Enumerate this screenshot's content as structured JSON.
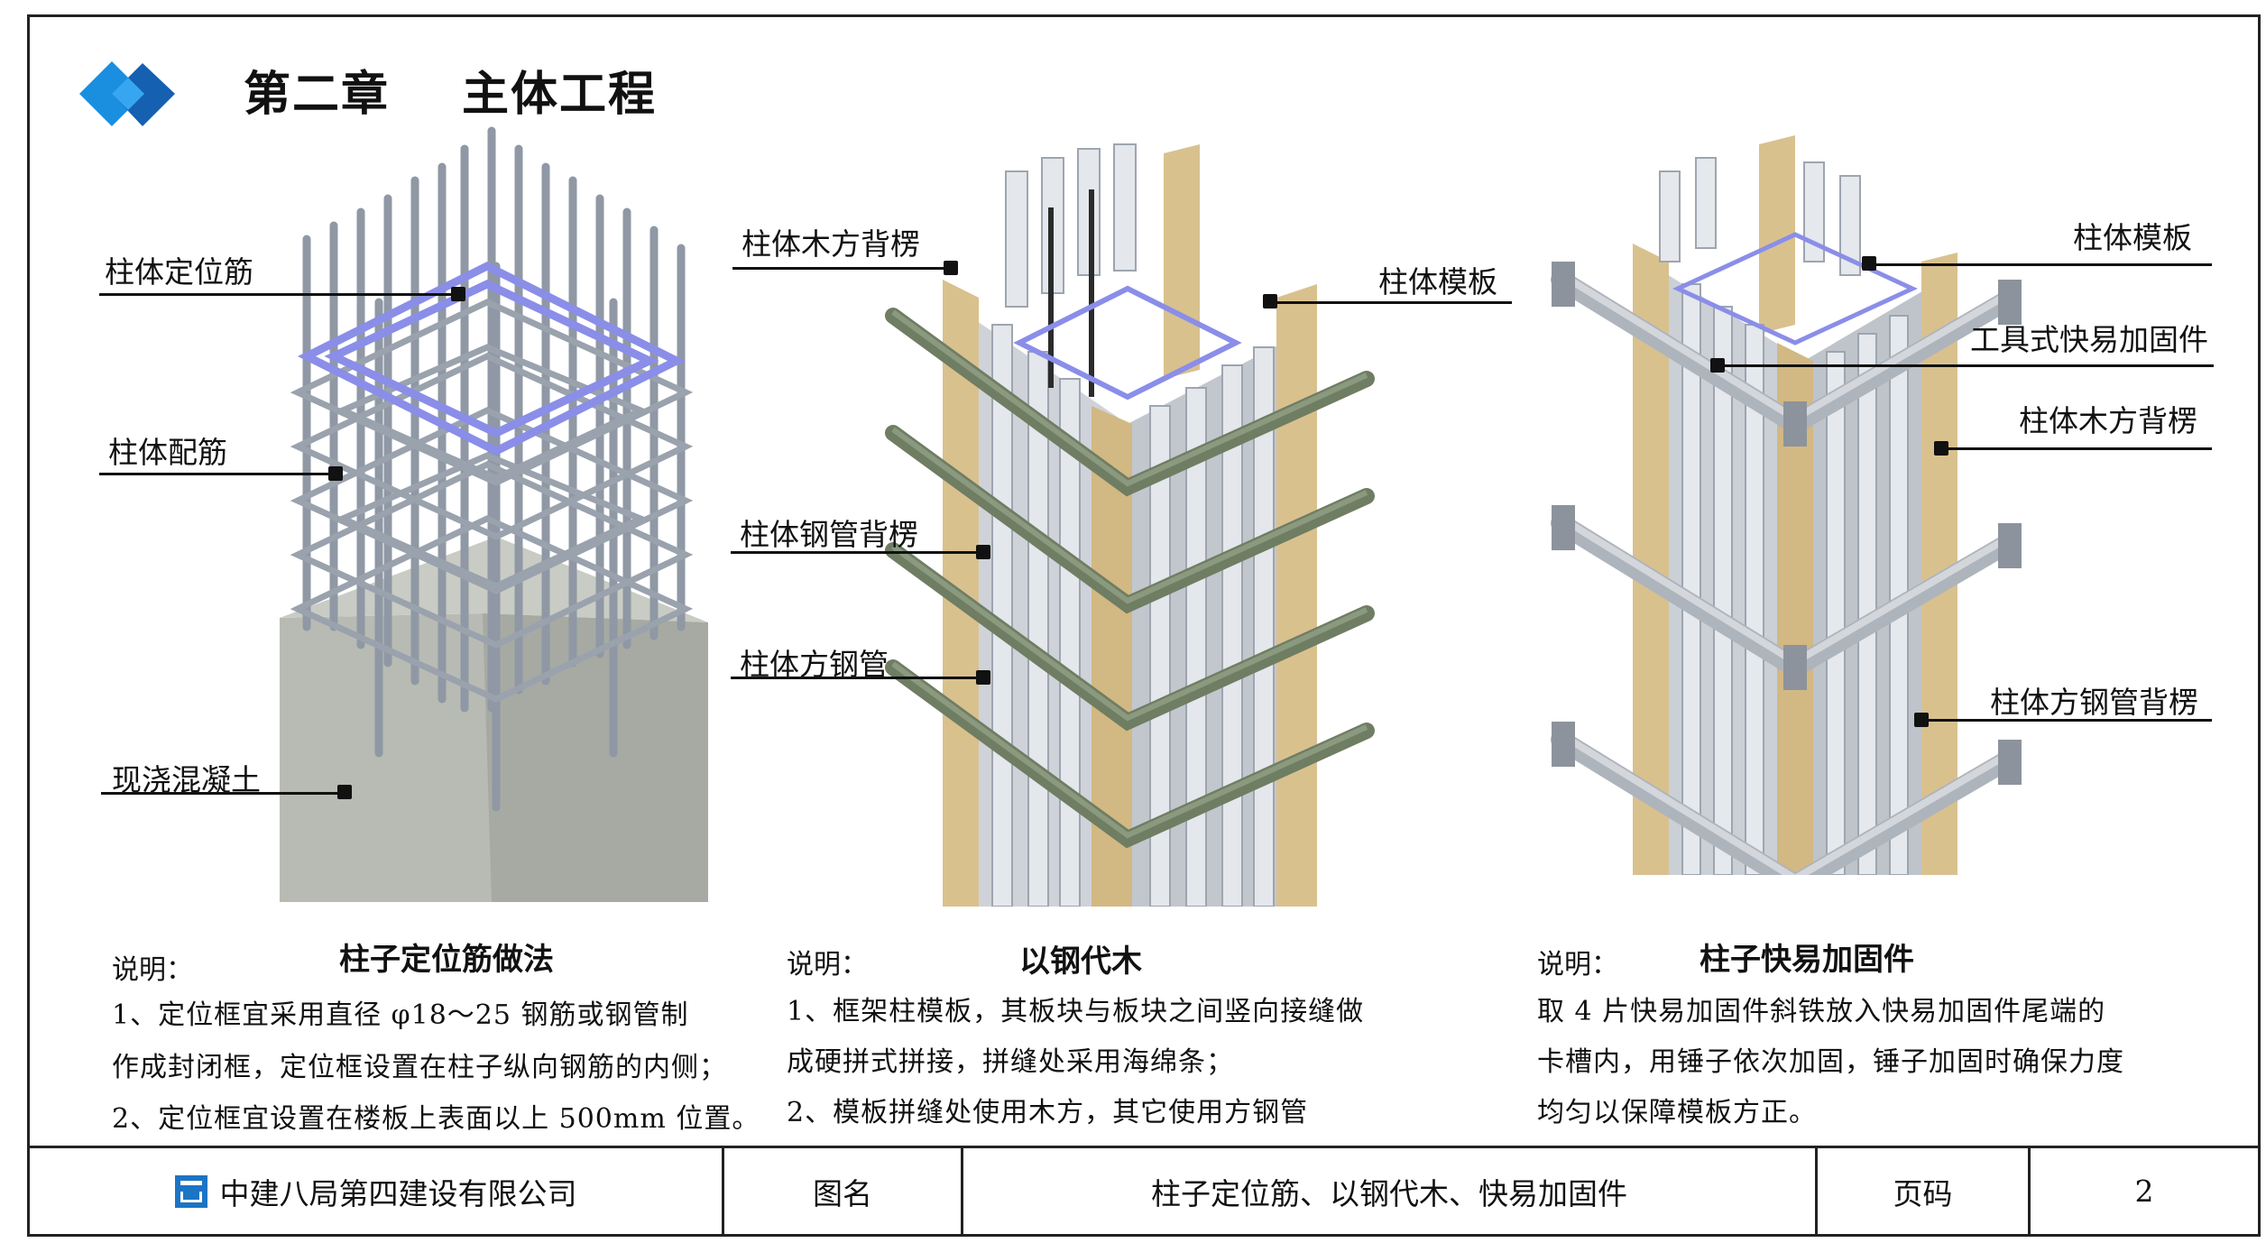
{
  "header": {
    "chapter": "第二章",
    "title": "主体工程"
  },
  "panels": [
    {
      "heading": "柱子定位筋做法",
      "desc_label": "说明：",
      "lines": [
        "1、定位框宜采用直径  φ18～25 钢筋或钢管制",
        "作成封闭框，定位框设置在柱子纵向钢筋的内侧；",
        "2、定位框宜设置在楼板上表面以上  500mm  位置。"
      ],
      "callouts": [
        "柱体定位筋",
        "柱体配筋",
        "现浇混凝土"
      ]
    },
    {
      "heading": "以钢代木",
      "desc_label": "说明：",
      "lines": [
        "1、框架柱模板，其板块与板块之间竖向接缝做",
        "成硬拼式拼接，拼缝处采用海绵条；",
        "2、模板拼缝处使用木方，其它使用方钢管"
      ],
      "callouts": [
        "柱体木方背楞",
        "柱体模板",
        "柱体钢管背楞",
        "柱体方钢管"
      ]
    },
    {
      "heading": "柱子快易加固件",
      "desc_label": "说明：",
      "lines": [
        "取  4  片快易加固件斜铁放入快易加固件尾端的",
        "卡槽内，用锤子依次加固，锤子加固时确保力度",
        "均匀以保障模板方正。"
      ],
      "callouts": [
        "柱体模板",
        "工具式快易加固件",
        "柱体木方背楞",
        "柱体方钢管背楞"
      ]
    }
  ],
  "footer": {
    "company": "中建八局第四建设有限公司",
    "drawing_name_label": "图名",
    "drawing_name": "柱子定位筋、以钢代木、快易加固件",
    "page_label": "页码",
    "page_number": "2"
  },
  "colors": {
    "logo_blue": "#1a8fe0",
    "logo_dark": "#1560b0",
    "rebar": "#8e97a3",
    "positioning_frame": "#8a8ee8",
    "concrete": "#b9bcb4",
    "timber": "#d8c08c",
    "steel_pipe": "#6f7d63",
    "formwork": "#c7ccd3"
  }
}
